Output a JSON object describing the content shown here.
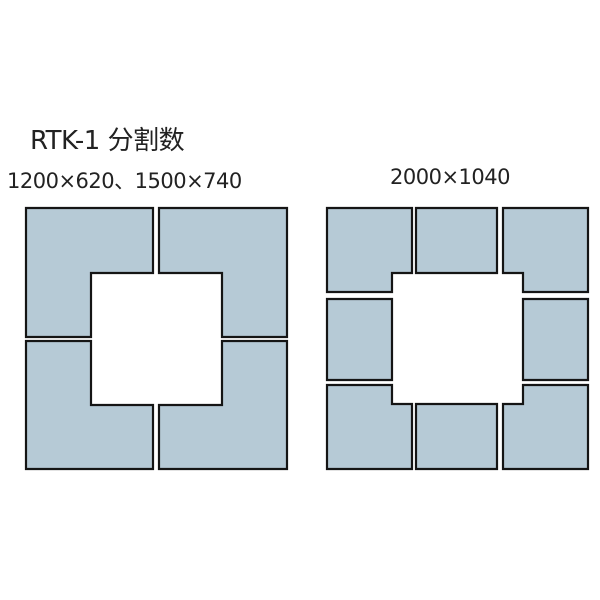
{
  "title": "RTK-1 分割数",
  "diagrams": [
    {
      "label": "1200×620、1500×740",
      "pieces": 4
    },
    {
      "label": "2000×1040",
      "pieces": 8
    }
  ],
  "colors": {
    "panel_fill": "#b6cad6",
    "outline": "#151515"
  }
}
